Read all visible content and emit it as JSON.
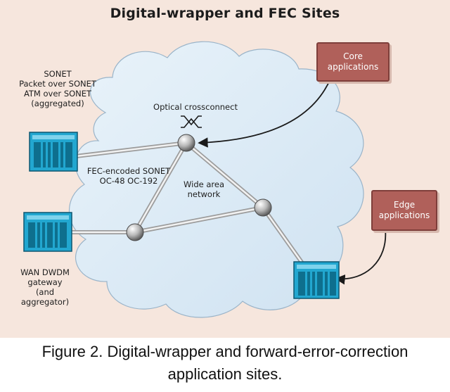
{
  "diagram": {
    "title": "Digital-wrapper and FEC Sites",
    "labels": {
      "sonet_top_line1": "SONET",
      "sonet_top_line2": "Packet over SONET",
      "sonet_top_line3": "ATM over SONET",
      "sonet_top_line4": "(aggregated)",
      "optical_crossconnect": "Optical crossconnect",
      "fec_line1": "FEC-encoded SONET",
      "fec_line2": "OC-48 OC-192",
      "wide_area_line1": "Wide area",
      "wide_area_line2": "network",
      "wan_line1": "WAN DWDM",
      "wan_line2": "gateway",
      "wan_line3": "(and",
      "wan_line4": "aggregator)"
    },
    "boxes": {
      "core_line1": "Core",
      "core_line2": "applications",
      "edge_line1": "Edge",
      "edge_line2": "applications"
    },
    "colors": {
      "background": "#f6e6dd",
      "cloud": "#dcebf6",
      "application_box": "#b0605a",
      "equipment": "#1ea6cf",
      "node": "#8a8a8a"
    }
  },
  "caption": {
    "line1": "Figure 2. Digital-wrapper and forward-error-correction",
    "line2": "application sites."
  }
}
